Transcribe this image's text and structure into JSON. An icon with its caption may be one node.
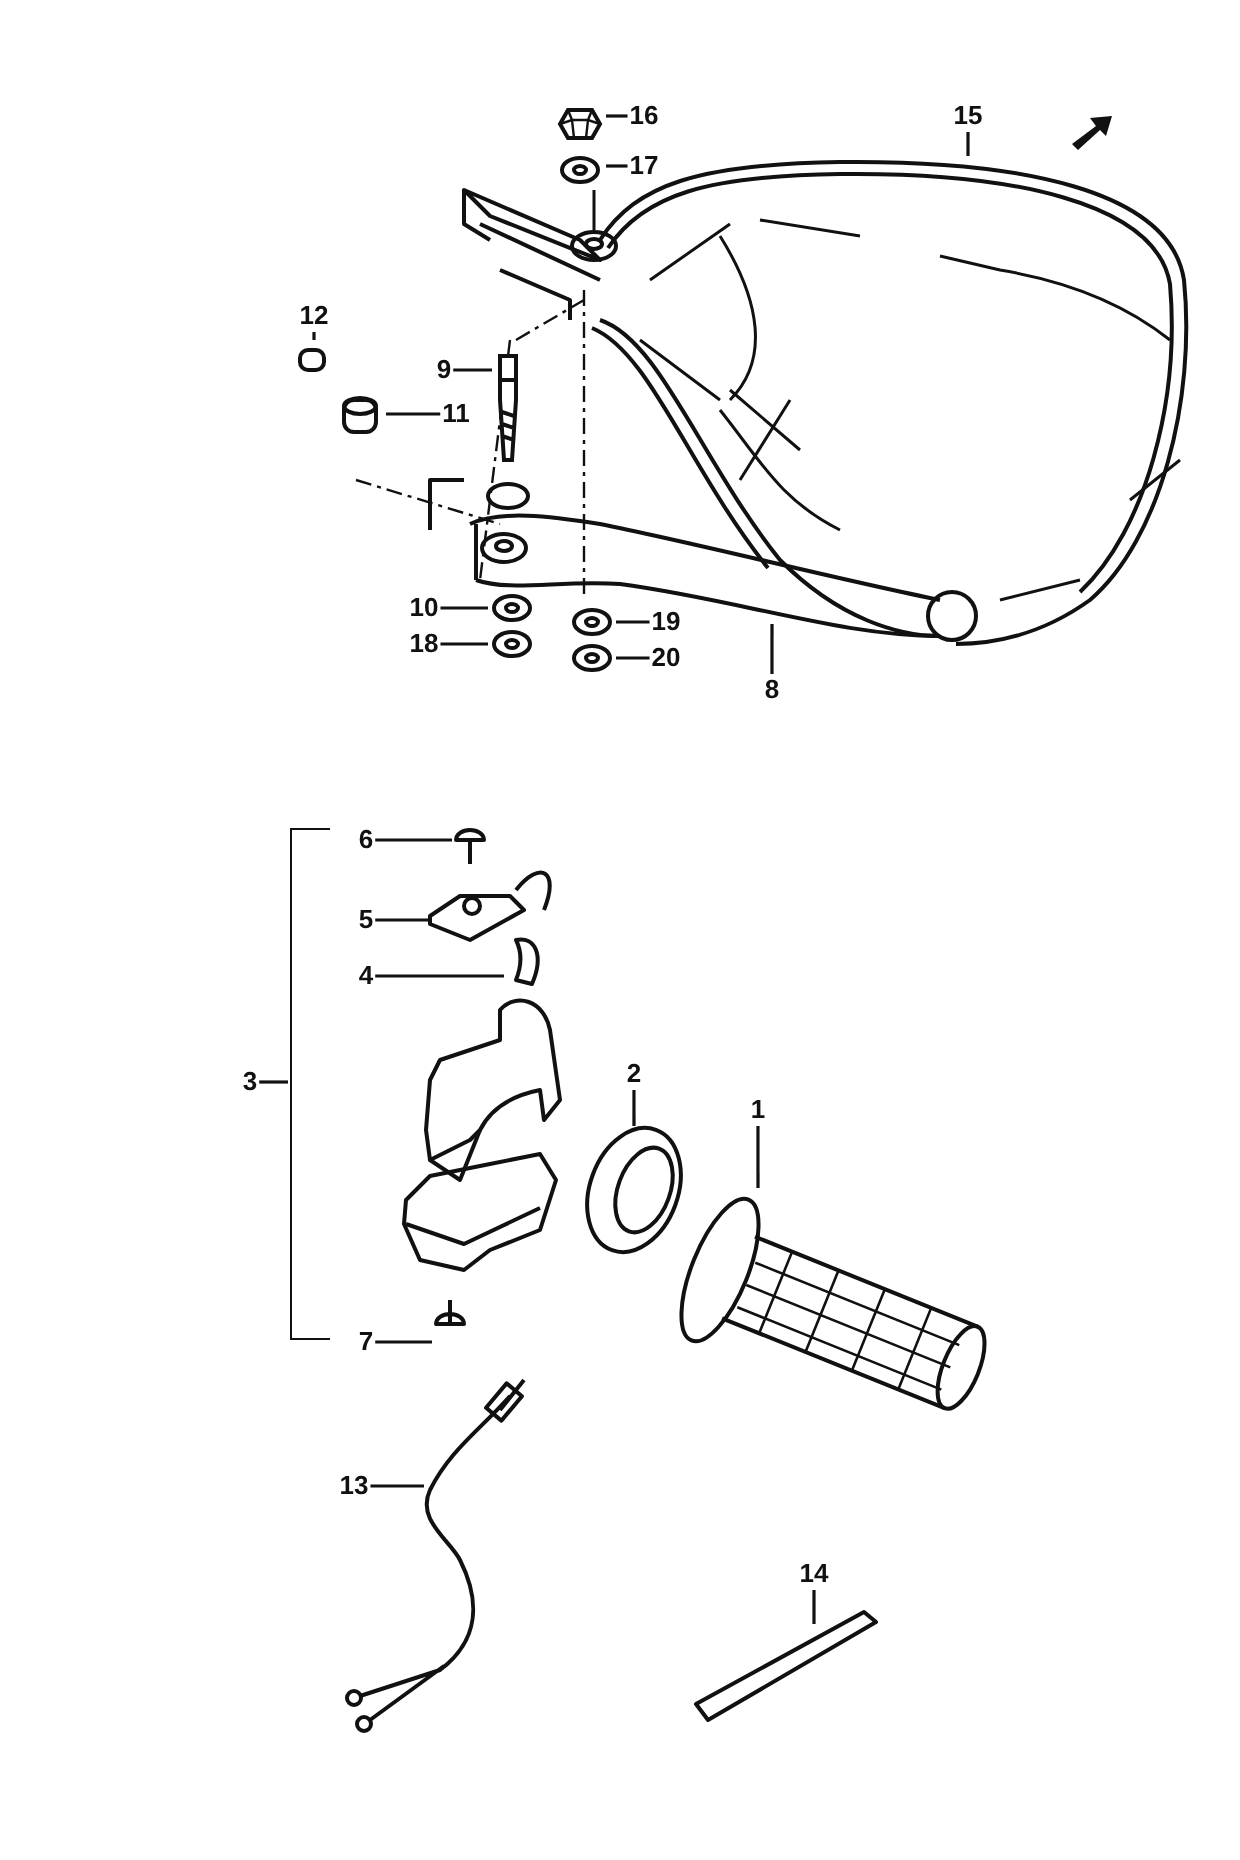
{
  "diagram": {
    "nodes": [
      {
        "text": [
          "16"
        ]
      },
      {
        "text": [
          "15"
        ]
      },
      {
        "text": [
          "17"
        ]
      },
      {
        "text": [
          "12"
        ]
      },
      {
        "text": [
          "9"
        ]
      },
      {
        "text": [
          "11"
        ]
      },
      {
        "text": [
          "10"
        ]
      },
      {
        "text": [
          "19"
        ]
      },
      {
        "text": [
          "18"
        ]
      },
      {
        "text": [
          "20"
        ]
      },
      {
        "text": [
          "8"
        ]
      },
      {
        "text": [
          "6"
        ]
      },
      {
        "text": [
          "5"
        ]
      },
      {
        "text": [
          "4"
        ]
      },
      {
        "text": [
          "3"
        ]
      },
      {
        "text": [
          "2"
        ]
      },
      {
        "text": [
          "1"
        ]
      },
      {
        "text": [
          "7"
        ]
      },
      {
        "text": [
          "13"
        ]
      },
      {
        "text": [
          "14"
        ]
      },
      {
        "text": [],
        "shape": "bracket"
      },
      {
        "text": [],
        "shape": "hexagon"
      },
      {
        "text": [],
        "shape": "picture"
      },
      {
        "text": [],
        "shape": "picture"
      },
      {
        "text": [],
        "shape": "picture"
      },
      {
        "text": [],
        "shape": "picture"
      },
      {
        "text": [],
        "shape": "picture"
      },
      {
        "text": [],
        "shape": "picture"
      }
    ],
    "edges": [
      {
        "from": 0,
        "to": 21,
        "arrow": "none"
      },
      {
        "from": 1,
        "to": null,
        "arrow": "none"
      },
      {
        "from": 2,
        "to": 22,
        "arrow": "none"
      },
      {
        "from": 3,
        "to": null,
        "arrow": "none"
      },
      {
        "from": 4,
        "to": 23,
        "arrow": "none"
      },
      {
        "from": 5,
        "to": null,
        "arrow": "none"
      },
      {
        "from": 6,
        "to": 24,
        "arrow": "none"
      },
      {
        "from": 7,
        "to": 26,
        "arrow": "none"
      },
      {
        "from": 8,
        "to": 25,
        "arrow": "none"
      },
      {
        "from": 9,
        "to": 27,
        "arrow": "none"
      },
      {
        "from": 10,
        "to": null,
        "arrow": "none"
      },
      {
        "from": 11,
        "to": null,
        "arrow": "none"
      },
      {
        "from": 12,
        "to": null,
        "arrow": "none"
      },
      {
        "from": 13,
        "to": null,
        "arrow": "none"
      },
      {
        "from": 14,
        "to": 20,
        "arrow": "none"
      },
      {
        "from": 15,
        "to": null,
        "arrow": "none"
      },
      {
        "from": 16,
        "to": null,
        "arrow": "none"
      },
      {
        "from": 17,
        "to": null,
        "arrow": "none"
      },
      {
        "from": 18,
        "to": null,
        "arrow": "none"
      },
      {
        "from": 19,
        "to": null,
        "arrow": "none"
      }
    ]
  }
}
